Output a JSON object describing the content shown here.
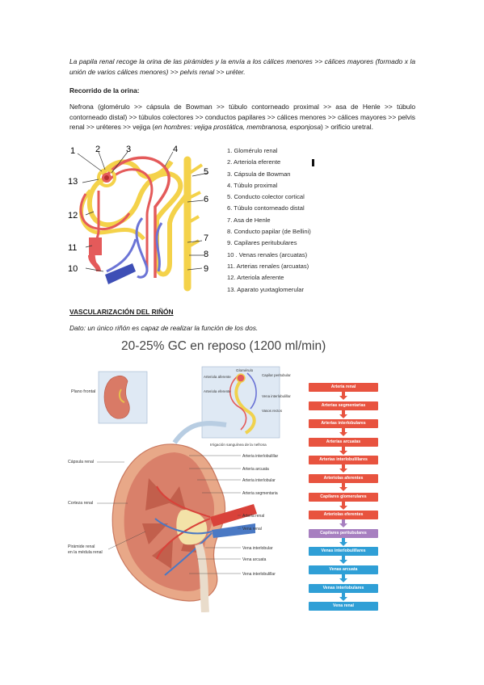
{
  "paragraphs": {
    "papila": "La papila renal recoge la orina de las pirámides y la envía a los cálices menores >> cálices mayores (formado x la unión de varios cálices menores) >> pelvis renal >> uréter.",
    "recorrido_title": "Recorrido de la orina:",
    "recorrido_part1": "Nefrona (glomérulo >> cápsula de Bowman >> túbulo contorneado proximal >> asa de Henle >> túbulo contorneado distal) >> túbulos colectores >> conductos papilares >> cálices menores >> cálices mayores >> pelvis renal >> uréteres >> vejiga (",
    "recorrido_italic": "en hombres: vejiga prostática, membranosa, esponjosa",
    "recorrido_part2": ") > orificio uretral."
  },
  "nephron_figure": {
    "numbers": [
      "1",
      "2",
      "3",
      "4",
      "5",
      "6",
      "7",
      "8",
      "9",
      "10",
      "11",
      "12",
      "13"
    ],
    "legend": [
      "1. Glomérulo renal",
      "2. Arteriola eferente",
      "3. Cápsula de Bowman",
      "4. Túbulo proximal",
      "5. Conducto colector cortical",
      "6. Túbulo contorneado distal",
      "7. Asa de Henle",
      "8. Conducto papilar (de Bellini)",
      "9. Capilares peritubulares",
      "10 . Venas renales (arcuatas)",
      "11. Arterias renales (arcuatas)",
      "12. Arteriola aferente",
      "13. Aparato yuxtaglomerular"
    ]
  },
  "section": {
    "title": "VASCULARIZACIÓN DEL RIÑÓN",
    "note": "Dato: un único riñón es capaz de realizar la función de los dos."
  },
  "kidney_figure": {
    "heading": "20-25% GC en reposo (1200 ml/min)",
    "plano_frontal": "Plano frontal",
    "left_labels": [
      "Cápsula renal",
      "Corteza renal",
      "Pirámide renal",
      "en la médula renal"
    ],
    "inset_labels": {
      "glomerulo": "Glomérulo",
      "aferente": "Arteriola aferente",
      "eferente": "Arteriola eferente",
      "capilar": "Capilar peritubular",
      "vena_interlobulillar": "Vena interlobulillar",
      "vasos_rectos": "Vasos rectos",
      "irrigacion": "Irrigación sanguínea de la nefrona"
    },
    "right_labels": [
      "Arteria interlobulillar",
      "Arteria arcuata",
      "Arteria interlobular",
      "Arteria segmentaria",
      "Arteria renal",
      "Vena renal",
      "Vena interlobular",
      "Vena arcuata",
      "Vena interlobulillar"
    ],
    "flow": [
      {
        "label": "Arteria renal",
        "color": "#e8533f"
      },
      {
        "label": "Arterias segmentarias",
        "color": "#e8533f"
      },
      {
        "label": "Arterias interlobulares",
        "color": "#e8533f"
      },
      {
        "label": "Arterias arcuatas",
        "color": "#e8533f"
      },
      {
        "label": "Arterias interlobulillares",
        "color": "#e8533f"
      },
      {
        "label": "Arteriolas aferentes",
        "color": "#e8533f"
      },
      {
        "label": "Capilares glomerulares",
        "color": "#e8533f"
      },
      {
        "label": "Arteriolas eferentes",
        "color": "#e8533f"
      },
      {
        "label": "Capilares peritubulares",
        "color": "#a77fc0"
      },
      {
        "label": "Venas interlobulillares",
        "color": "#2f9fd6"
      },
      {
        "label": "Venas arcuata",
        "color": "#2f9fd6"
      },
      {
        "label": "Venas interlobulares",
        "color": "#2f9fd6"
      },
      {
        "label": "Vena renal",
        "color": "#2f9fd6"
      }
    ]
  }
}
